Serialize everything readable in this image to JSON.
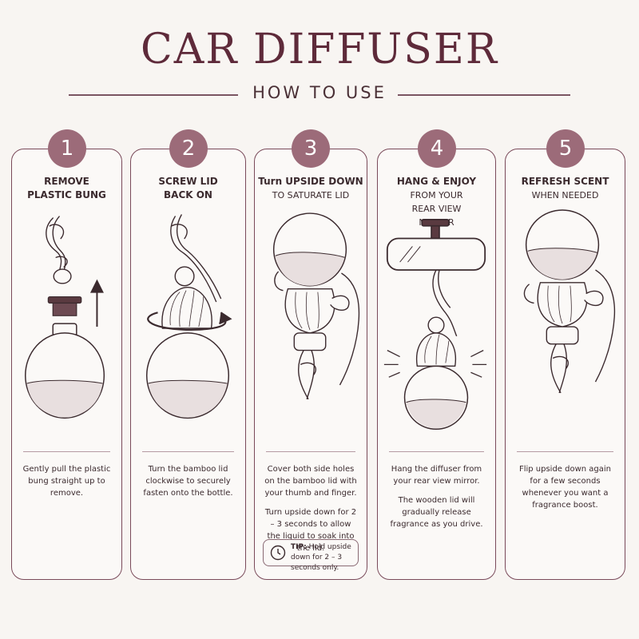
{
  "title": "CAR DIFFUSER",
  "subtitle": "HOW TO USE",
  "steps": [
    {
      "number": "1",
      "heading_line1": "REMOVE",
      "heading_line2": "PLASTIC BUNG",
      "sub": "",
      "desc1": "Gently pull the plastic bung straight up to remove.",
      "desc2": ""
    },
    {
      "number": "2",
      "heading_line1": "SCREW LID",
      "heading_line2": "BACK ON",
      "sub": "",
      "desc1": "Turn the bamboo lid clockwise to securely fasten onto the bottle.",
      "desc2": ""
    },
    {
      "number": "3",
      "heading_line1": "Turn UPSIDE DOWN",
      "heading_line2": "",
      "sub": "TO SATURATE LID",
      "desc1": "Cover both side holes on the bamboo lid with your thumb and finger.",
      "desc2": "Turn upside down for 2 – 3 seconds to allow the liquid to soak into the lid."
    },
    {
      "number": "4",
      "heading_line1": "HANG & ENJOY",
      "heading_line2": "",
      "sub": "FROM YOUR REAR VIEW MIRROR",
      "desc1": "Hang the diffuser from your rear view mirror.",
      "desc2": "The wooden lid will gradually release fragrance as you drive."
    },
    {
      "number": "5",
      "heading_line1": "REFRESH SCENT",
      "heading_line2": "",
      "sub": "WHEN NEEDED",
      "desc1": "Flip upside down again for a few seconds whenever you want a fragrance boost.",
      "desc2": ""
    }
  ],
  "tip": {
    "label": "TIP:",
    "text": "Hold upside down for 2 – 3 seconds only."
  },
  "colors": {
    "accent": "#9c6b79",
    "title": "#5e2a3a",
    "line": "#3b2a2e",
    "liquid": "#e8dfdf"
  }
}
